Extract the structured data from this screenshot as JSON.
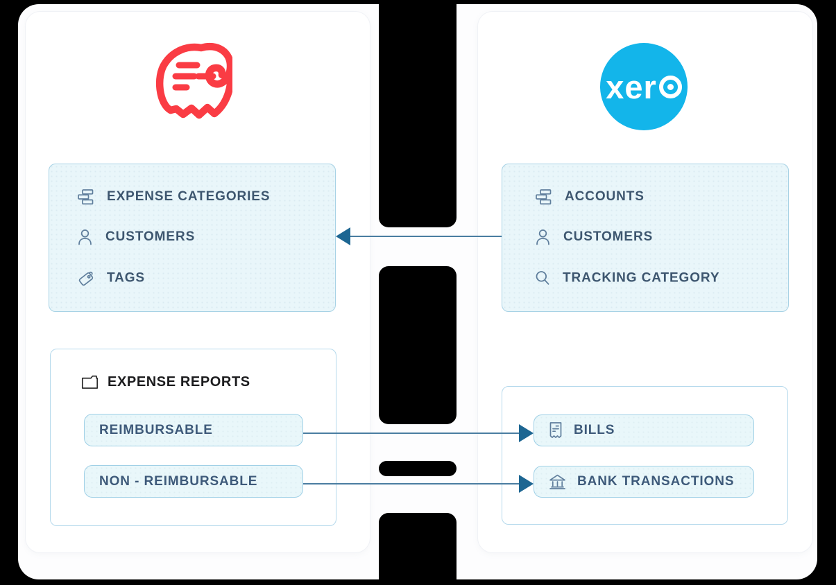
{
  "page": {
    "background": "#000000",
    "card_background": "#ffffff"
  },
  "left_panel": {
    "logo": "receipt-logo",
    "logo_color": "#fa3c44",
    "mapping_box": {
      "items": [
        {
          "icon": "categories-icon",
          "label": "EXPENSE CATEGORIES"
        },
        {
          "icon": "person-icon",
          "label": "CUSTOMERS"
        },
        {
          "icon": "tag-icon",
          "label": "TAGS"
        }
      ]
    },
    "reports_box": {
      "icon": "folder-icon",
      "title": "EXPENSE REPORTS",
      "chips": [
        {
          "label": "REIMBURSABLE"
        },
        {
          "label": "NON - REIMBURSABLE"
        }
      ]
    }
  },
  "right_panel": {
    "logo_text": "xero",
    "logo_color": "#13b5ea",
    "mapping_box": {
      "items": [
        {
          "icon": "categories-icon",
          "label": "ACCOUNTS"
        },
        {
          "icon": "person-icon",
          "label": "CUSTOMERS"
        },
        {
          "icon": "search-icon",
          "label": "TRACKING CATEGORY"
        }
      ]
    },
    "targets_box": {
      "chips": [
        {
          "icon": "bill-icon",
          "label": "BILLS"
        },
        {
          "icon": "bank-icon",
          "label": "BANK TRANSACTIONS"
        }
      ]
    }
  },
  "connections": [
    {
      "from": "ACCOUNTS / CUSTOMERS / TRACKING CATEGORY",
      "to": "EXPENSE CATEGORIES / CUSTOMERS / TAGS",
      "direction": "right-to-left"
    },
    {
      "from": "REIMBURSABLE",
      "to": "BILLS",
      "direction": "left-to-right"
    },
    {
      "from": "NON - REIMBURSABLE",
      "to": "BANK TRANSACTIONS",
      "direction": "left-to-right"
    }
  ],
  "colors": {
    "arrow_line": "#4a7da1",
    "arrow_head": "#1d6692",
    "box_fill": "#e9f6fa",
    "box_border": "#a7d2e5",
    "label_text": "#3d566f",
    "dark_text": "#1c1c1e",
    "icon_stroke": "#5f7e9c",
    "xero_blue": "#13b5ea",
    "receipt_red": "#fa3c44"
  }
}
